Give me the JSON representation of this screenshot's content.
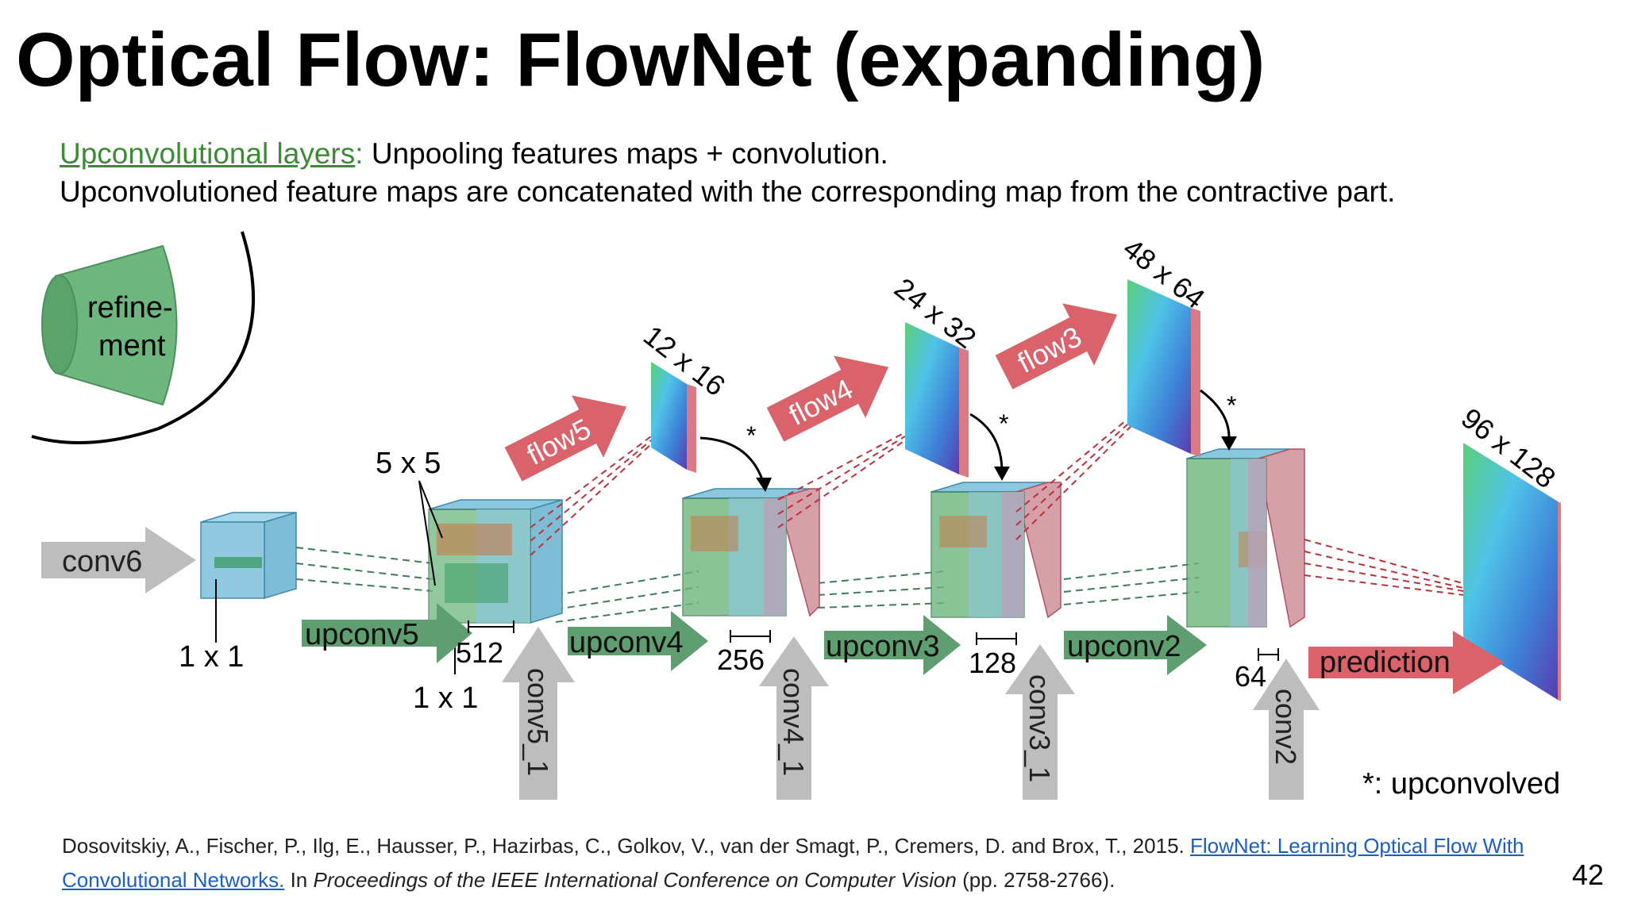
{
  "slide": {
    "title": "Optical Flow: FlowNet (expanding)",
    "page_number": "42"
  },
  "description": {
    "keyword": "Upconvolutional layers",
    "colon": ":",
    "line1_rest": " Unpooling features maps + convolution.",
    "line2": "Upconvolutioned feature maps are concatenated with the corresponding map from the contractive part."
  },
  "diagram": {
    "refinement_label_1": "refine-",
    "refinement_label_2": "ment",
    "kernel_5x5": "5 x 5",
    "kernel_1x1_a": "1 x 1",
    "kernel_1x1_b": "1 x 1",
    "input_arrow": "conv6",
    "upconv_arrows": [
      "upconv5",
      "upconv4",
      "upconv3",
      "upconv2"
    ],
    "flow_arrows": [
      "flow5",
      "flow4",
      "flow3"
    ],
    "prediction_arrow": "prediction",
    "skip_arrows": [
      "conv5_1",
      "conv4_1",
      "conv3_1",
      "conv2"
    ],
    "channels": [
      "512",
      "256",
      "128",
      "64"
    ],
    "flow_sizes": [
      "12 x 16",
      "24 x 32",
      "48 x 64"
    ],
    "output_size": "96 x 128",
    "upconv_marker": "*",
    "legend": "*: upconvolved",
    "colors": {
      "green_arrow": "#5f9e70",
      "red_arrow": "#d9626b",
      "grey_arrow": "#bdbdbd",
      "green_block": "#6db67d",
      "blue_block": "#8cc7e0"
    }
  },
  "reference": {
    "authors": "Dosovitskiy, A., Fischer, P., Ilg, E., Hausser, P., Hazirbas, C., Golkov, V., van der Smagt, P., Cremers, D. and Brox, T., 2015. ",
    "link_text": "FlowNet: Learning Optical Flow With Convolutional Networks.",
    "in_text": " In ",
    "venue": "Proceedings of the IEEE International Conference on Computer Vision",
    "pages": " (pp. 2758-2766)."
  }
}
